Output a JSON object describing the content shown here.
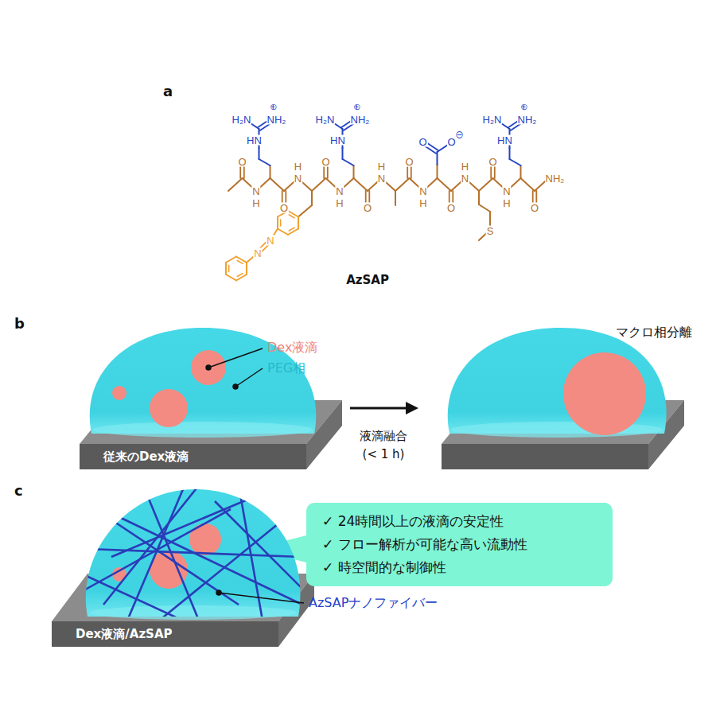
{
  "diagram": {
    "nodes": [
      {
        "text": [
          "従来のDex液滴"
        ]
      },
      {
        "text": [
          "Dex液滴/AzSAP"
        ]
      },
      {
        "text": [
          "✓ 24時間以上の液滴の安定性",
          "✓ フロー解析が可能な高い流動性",
          "✓ 時空間的な制御性"
        ]
      }
    ],
    "labels": [
      "a",
      "⊕",
      "H₂N",
      "NH₂",
      "HN",
      "⊕",
      "H₂N",
      "NH₂",
      "HN",
      "⊕",
      "H₂N",
      "NH₂",
      "HN",
      "O",
      "O",
      "⊖",
      "S",
      "N",
      "N",
      "N",
      "H",
      "N",
      "H",
      "N",
      "H",
      "N",
      "H",
      "N",
      "H",
      "N",
      "H",
      "N",
      "H",
      "O",
      "O",
      "O",
      "O",
      "O",
      "O",
      "O",
      "O",
      "NH₂",
      "AzSAP",
      "b",
      "Dex液滴",
      "PEG相",
      "液滴融合",
      "(< 1 h)",
      "マクロ相分離",
      "c",
      "AzSAPナノファイバー"
    ]
  }
}
